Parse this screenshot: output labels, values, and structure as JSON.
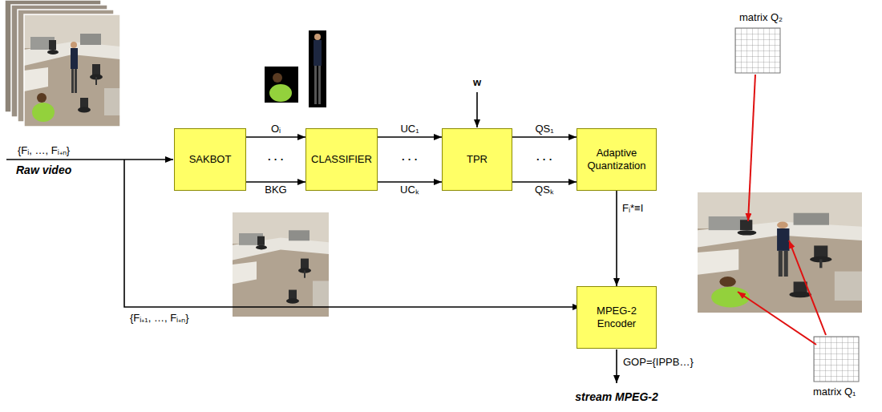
{
  "diagram": {
    "nodes": [
      {
        "text": [
          "SAKBOT"
        ]
      },
      {
        "text": [
          "CLASSIFIER"
        ]
      },
      {
        "text": [
          "TPR"
        ]
      },
      {
        "text": [
          "Adaptive Quantization"
        ]
      },
      {
        "text": [
          "MPEG-2 Encoder"
        ]
      }
    ],
    "edges": [
      {
        "from": 0,
        "to": 1,
        "arrow": "to",
        "label": "Oᵢ"
      },
      {
        "from": 0,
        "to": 1,
        "arrow": "to",
        "label": "BKG"
      },
      {
        "from": 1,
        "to": 2,
        "arrow": "to",
        "label": "UC₁"
      },
      {
        "from": 1,
        "to": 2,
        "arrow": "to",
        "label": "UCₖ"
      },
      {
        "from": 2,
        "to": 3,
        "arrow": "to",
        "label": "QS₁"
      },
      {
        "from": 2,
        "to": 3,
        "arrow": "to",
        "label": "QSₖ"
      },
      {
        "from": 3,
        "to": 4,
        "arrow": "to",
        "label": "Fᵢ*≡I"
      }
    ],
    "labels": [
      "{Fᵢ, …, Fᵢ₊ₙ}",
      "Raw video",
      "· · ·",
      "· · ·",
      "· · ·",
      "w",
      "{Fᵢ₊₁, …, Fᵢ₊ₙ}",
      "GOP={IPPB…}",
      "stream MPEG-2",
      "matrix Q₂",
      "matrix Q₁"
    ]
  }
}
